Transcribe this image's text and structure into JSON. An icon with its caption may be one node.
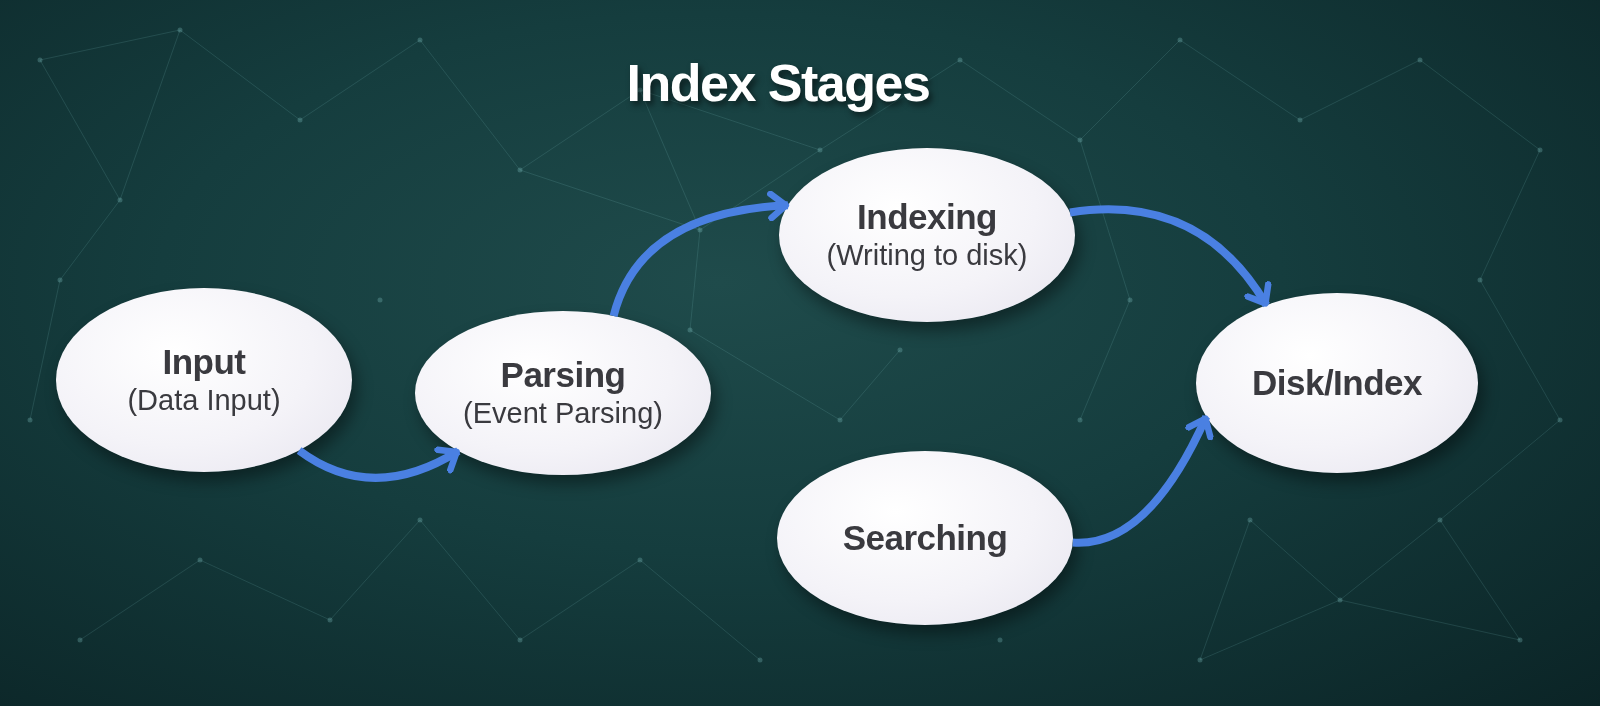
{
  "diagram": {
    "title": "Index Stages",
    "nodes": [
      {
        "text": [
          "Input",
          "(Data Input)"
        ]
      },
      {
        "text": [
          "Parsing",
          "(Event Parsing)"
        ]
      },
      {
        "text": [
          "Indexing",
          "(Writing to disk)"
        ]
      },
      {
        "text": [
          "Disk/Index"
        ]
      },
      {
        "text": [
          "Searching"
        ]
      }
    ],
    "edges": [
      {
        "from": 0,
        "to": 1,
        "arrow": "to"
      },
      {
        "from": 1,
        "to": 2,
        "arrow": "to"
      },
      {
        "from": 2,
        "to": 3,
        "arrow": "to"
      },
      {
        "from": 4,
        "to": 3,
        "arrow": "to"
      }
    ]
  }
}
